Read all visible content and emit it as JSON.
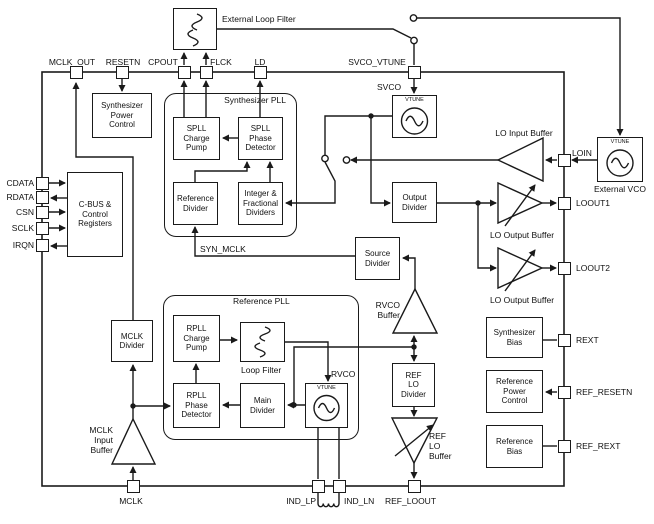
{
  "misc": {
    "vtune": "VTUNE",
    "line_color": "#1a1a1a",
    "background": "#ffffff"
  },
  "external": {
    "loop_filter_label": "External Loop Filter",
    "vco_label": "External VCO"
  },
  "containers": {
    "synthesizer_pll": "Synthesizer PLL",
    "reference_pll": "Reference PLL"
  },
  "blocks": {
    "synth_power": "Synthesizer\nPower\nControl",
    "cbus": "C-BUS &\nControl\nRegisters",
    "mclk_divider": "MCLK\nDivider",
    "spll_cp": "SPLL\nCharge\nPump",
    "spll_pd": "SPLL\nPhase\nDetector",
    "ref_divider": "Reference\nDivider",
    "int_frac": "Integer &\nFractional\nDividers",
    "svco": "SVCO",
    "output_divider": "Output\nDivider",
    "source_divider": "Source\nDivider",
    "rpll_cp": "RPLL\nCharge\nPump",
    "loop_filter": "Loop Filter",
    "rpll_pd": "RPLL\nPhase\nDetector",
    "main_divider": "Main\nDivider",
    "rvco": "RVCO",
    "ref_lo_divider": "REF\nLO\nDivider",
    "synth_bias": "Synthesizer\nBias",
    "ref_power": "Reference\nPower\nControl",
    "ref_bias": "Reference\nBias"
  },
  "buffers": {
    "lo_input": "LO Input Buffer",
    "lo_output1": "LO Output Buffer",
    "lo_output2": "LO Output Buffer",
    "rvco_buffer": "RVCO\nBuffer",
    "mclk_input": "MCLK\nInput\nBuffer",
    "ref_lo": "REF\nLO\nBuffer"
  },
  "nets": {
    "syn_mclk": "SYN_MCLK"
  },
  "pins": {
    "top": [
      {
        "label": "MCLK_OUT"
      },
      {
        "label": "RESETN"
      },
      {
        "label": "CPOUT"
      },
      {
        "label": "FLCK"
      },
      {
        "label": "LD"
      },
      {
        "label": "SVCO_VTUNE"
      }
    ],
    "left": [
      {
        "label": "CDATA"
      },
      {
        "label": "RDATA"
      },
      {
        "label": "CSN"
      },
      {
        "label": "SCLK"
      },
      {
        "label": "IRQN"
      }
    ],
    "right": [
      {
        "label": "LOIN"
      },
      {
        "label": "LOOUT1"
      },
      {
        "label": "LOOUT2"
      },
      {
        "label": "REXT"
      },
      {
        "label": "REF_RESETN"
      },
      {
        "label": "REF_REXT"
      }
    ],
    "bottom": [
      {
        "label": "MCLK"
      },
      {
        "label": "IND_LP"
      },
      {
        "label": "IND_LN"
      },
      {
        "label": "REF_LOOUT"
      }
    ]
  }
}
